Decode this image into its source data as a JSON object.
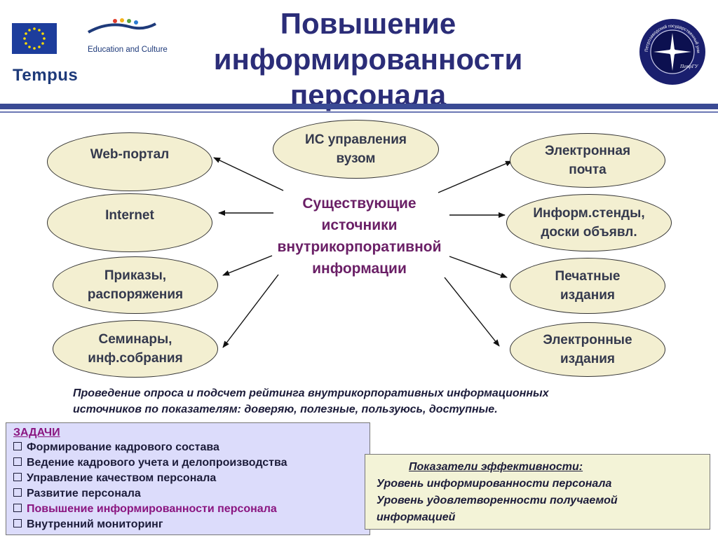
{
  "header": {
    "title_lines": [
      "Повышение",
      "информированности",
      "персонала"
    ],
    "logo_tempus": "Tempus",
    "logo_education": "Education and Culture",
    "seal_emblem": "ПетрГУ",
    "seal_ring": "Петрозаводский государственный университет"
  },
  "diagram": {
    "center": [
      "Существующие",
      "источники",
      "внутрикорпоративной",
      "информации"
    ],
    "top": [
      "ИС управления",
      "вузом"
    ],
    "left": [
      [
        "Web-портал"
      ],
      [
        "Internet"
      ],
      [
        "Приказы,",
        "распоряжения"
      ],
      [
        "Семинары,",
        "инф.собрания"
      ]
    ],
    "right": [
      [
        "Электронная",
        "почта"
      ],
      [
        "Информ.стенды,",
        "доски объявл."
      ],
      [
        "Печатные",
        "издания"
      ],
      [
        "Электронные",
        "издания"
      ]
    ]
  },
  "survey": {
    "line1": "Проведение опроса и подсчет рейтинга внутрикорпоративных информационных",
    "line2": "источников по показателям: доверяю, полезные, пользуюсь, доступные."
  },
  "tasks": {
    "heading": "ЗАДАЧИ",
    "items": [
      "Формирование кадрового состава",
      "Ведение кадрового учета и делопроизводства",
      "Управление качеством персонала",
      "Развитие персонала",
      "Повышение информированности персонала",
      "Внутренний мониторинг"
    ]
  },
  "kpi": {
    "heading": "Показатели эффективности:",
    "items": [
      "Уровень информированности персонала",
      "Уровень удовлетворенности получаемой",
      "информацией"
    ]
  }
}
